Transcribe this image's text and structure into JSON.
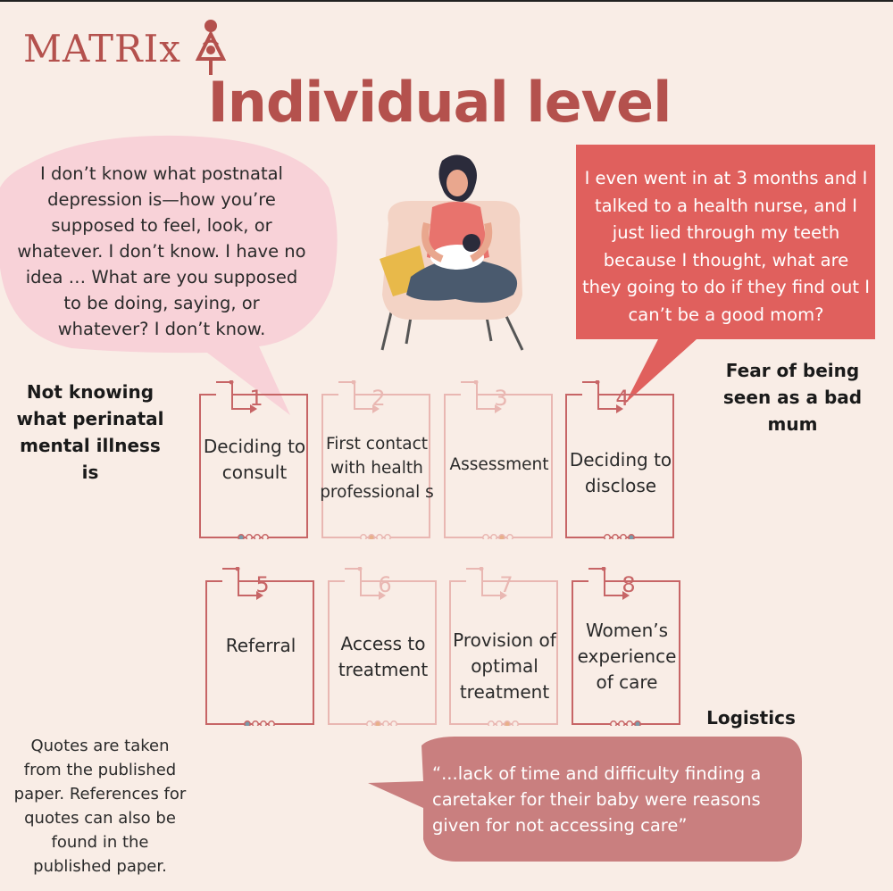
{
  "brand": {
    "name": "MATRIx"
  },
  "title": "Individual level",
  "quotes": {
    "left": "I don’t know what postnatal depression is—how you’re supposed to feel, look, or whatever. I don’t know. I have no idea …  What are you supposed to be doing, saying, or whatever? I don’t know.",
    "right": "I even went in at 3 months and I talked to a health nurse, and I just lied through my teeth because I thought, what are they going to do if they find out I can’t be a good mom?",
    "bottom": "“...lack of time and difficulty finding a caretaker for their baby were reasons given for not accessing care”"
  },
  "barriers": {
    "left": "Not knowing what perinatal mental illness is",
    "right": "Fear of being seen as a bad mum",
    "logistics": "Logistics"
  },
  "steps": [
    {
      "num": "1",
      "label": "Deciding to consult",
      "highlight": true
    },
    {
      "num": "2",
      "label": "First contact with health professional s",
      "highlight": false
    },
    {
      "num": "3",
      "label": "Assessment",
      "highlight": false
    },
    {
      "num": "4",
      "label": "Deciding to disclose",
      "highlight": true
    },
    {
      "num": "5",
      "label": "Referral",
      "highlight": true
    },
    {
      "num": "6",
      "label": "Access to treatment",
      "highlight": false
    },
    {
      "num": "7",
      "label": "Provision of optimal treatment",
      "highlight": false
    },
    {
      "num": "8",
      "label": "Women’s experience of care",
      "highlight": true
    }
  ],
  "footnote": "Quotes are taken from the published paper. References for quotes can also be found in the published paper.",
  "colors": {
    "background": "#f9ede6",
    "brand": "#b4514d",
    "pink_bubble": "#f8d2d8",
    "red_bubble": "#e0605d",
    "mauve_bubble": "#c97f7f",
    "step_dark": "#c76566",
    "step_light": "#e9b7b2"
  }
}
